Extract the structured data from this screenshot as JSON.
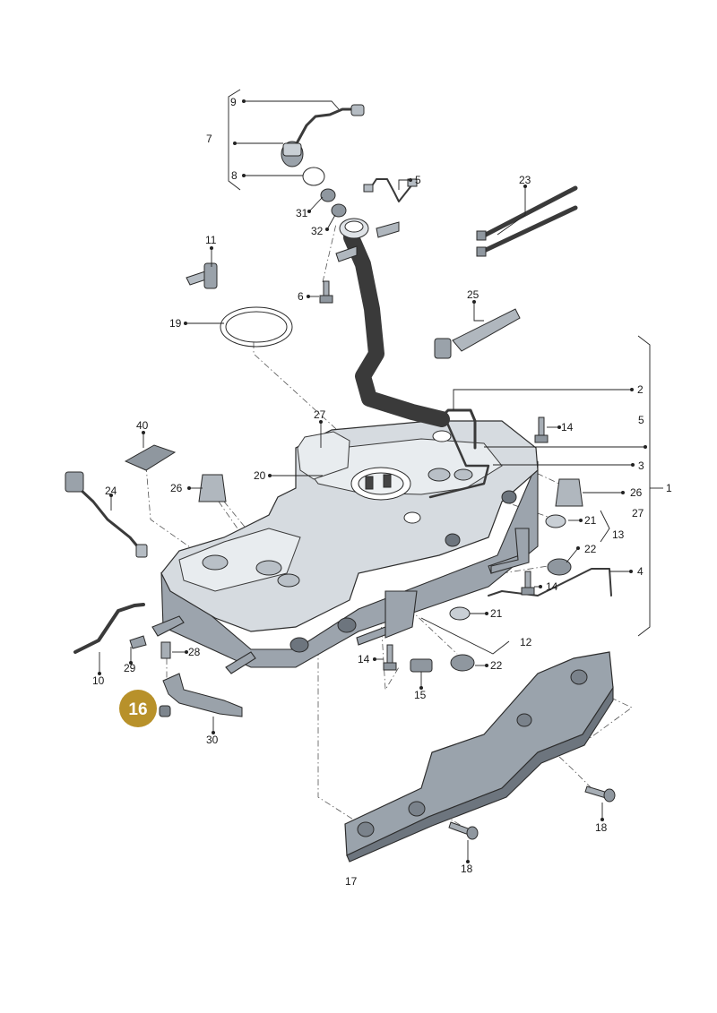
{
  "highlight": {
    "label": "16",
    "color": "#b8912a"
  },
  "colors": {
    "metal": "#d6dbe0",
    "shield": "#9aa3ac",
    "ink": "#1a1a1a"
  },
  "callouts": {
    "c1": "1",
    "c2": "2",
    "c3": "3",
    "c4": "4",
    "c5a": "5",
    "c5b": "5",
    "c6": "6",
    "c7": "7",
    "c8": "8",
    "c9": "9",
    "c10": "10",
    "c11": "11",
    "c12": "12",
    "c13": "13",
    "c14a": "14",
    "c14b": "14",
    "c14c": "14",
    "c15": "15",
    "c17": "17",
    "c18a": "18",
    "c18b": "18",
    "c19": "19",
    "c20": "20",
    "c21a": "21",
    "c21b": "21",
    "c22a": "22",
    "c22b": "22",
    "c23": "23",
    "c24": "24",
    "c25": "25",
    "c26a": "26",
    "c26b": "26",
    "c27a": "27",
    "c27b": "27",
    "c28": "28",
    "c29": "29",
    "c30": "30",
    "c31": "31",
    "c32": "32",
    "c40": "40"
  }
}
